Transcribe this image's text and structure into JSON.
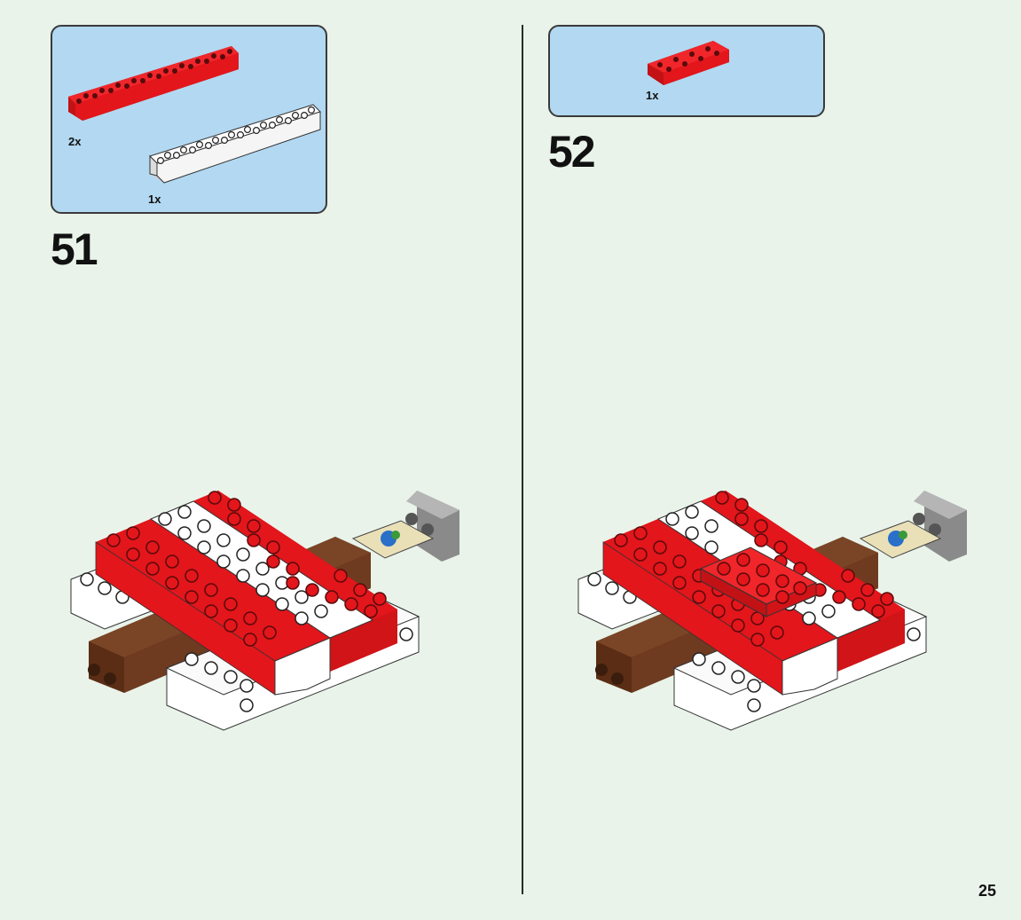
{
  "page": {
    "number": "25"
  },
  "steps": [
    {
      "number": "51",
      "parts": [
        {
          "part": "red-brick-2x10",
          "qty": "2x",
          "color": "#e2161b"
        },
        {
          "part": "white-brick-2x10",
          "qty": "1x",
          "color": "#ffffff"
        }
      ]
    },
    {
      "number": "52",
      "parts": [
        {
          "part": "red-brick-2x4",
          "qty": "1x",
          "color": "#e2161b"
        }
      ]
    }
  ],
  "colors": {
    "background": "#e9f3ea",
    "parts_box": "#b3d8f1",
    "red": "#e2161b",
    "white": "#ffffff",
    "brown": "#6e3b20",
    "gray": "#9b9b9b"
  }
}
